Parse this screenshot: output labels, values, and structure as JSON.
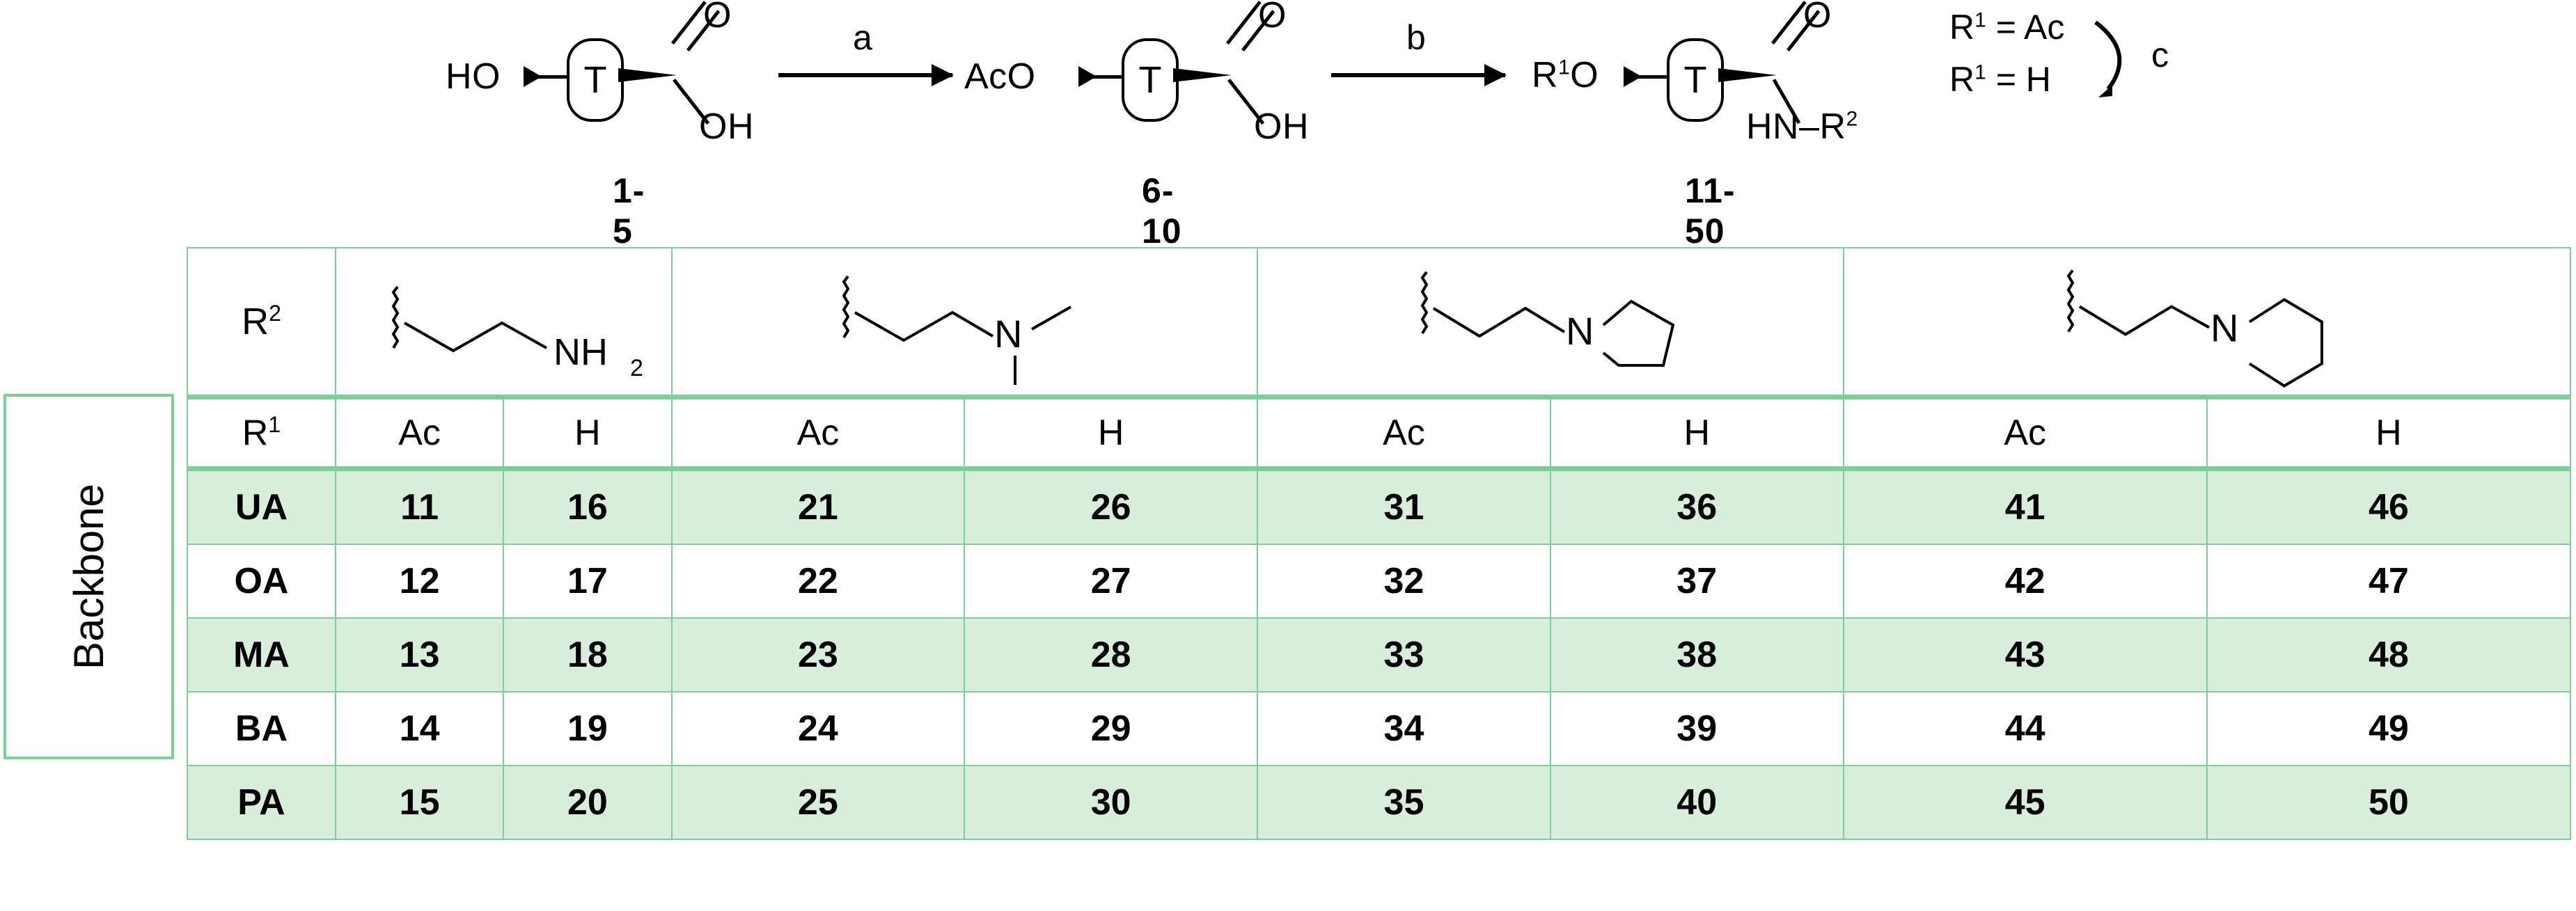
{
  "scheme": {
    "structures": [
      {
        "id": "start",
        "left_label": "HO",
        "core": "T",
        "top_right": "O",
        "bottom_right": "OH",
        "compound_label": "1-5"
      },
      {
        "id": "acetylated",
        "left_label": "AcO",
        "core": "T",
        "top_right": "O",
        "bottom_right": "OH",
        "compound_label": "6-10"
      },
      {
        "id": "amide",
        "left_label": "R¹O",
        "core": "T",
        "top_right": "O",
        "bottom_right": "HN–R²",
        "compound_label": "11-50"
      }
    ],
    "arrows": [
      {
        "id": "step-a",
        "label": "a"
      },
      {
        "id": "step-b",
        "label": "b"
      }
    ],
    "r1_definitions": {
      "line1_prefix": "R",
      "line1_sup": "1",
      "line1_value": "= Ac",
      "line2_prefix": "R",
      "line2_sup": "1",
      "line2_value": "= H",
      "curved_arrow_label": "c"
    }
  },
  "table": {
    "row_group_label": "Backbone",
    "r2_header": {
      "label": "R",
      "label_sup": "2",
      "substituents": [
        {
          "name": "3-aminopropyl",
          "terminal_label": "NH",
          "terminal_sub": "2",
          "ring": "none"
        },
        {
          "name": "3-(dimethylamino)propyl",
          "terminal_label": "N",
          "terminal_sub": "",
          "ring": "dimethyl"
        },
        {
          "name": "3-(pyrrolidin-1-yl)propyl",
          "terminal_label": "N",
          "terminal_sub": "",
          "ring": "pyrrolidine"
        },
        {
          "name": "3-(piperidin-1-yl)propyl",
          "terminal_label": "N",
          "terminal_sub": "",
          "ring": "piperidine"
        }
      ]
    },
    "r1_header": {
      "label": "R",
      "label_sup": "1",
      "values": [
        "Ac",
        "H",
        "Ac",
        "H",
        "Ac",
        "H",
        "Ac",
        "H"
      ]
    },
    "rows": [
      {
        "backbone": "UA",
        "shaded": true,
        "values": [
          "11",
          "16",
          "21",
          "26",
          "31",
          "36",
          "41",
          "46"
        ]
      },
      {
        "backbone": "OA",
        "shaded": false,
        "values": [
          "12",
          "17",
          "22",
          "27",
          "32",
          "37",
          "42",
          "47"
        ]
      },
      {
        "backbone": "MA",
        "shaded": true,
        "values": [
          "13",
          "18",
          "23",
          "28",
          "33",
          "38",
          "43",
          "48"
        ]
      },
      {
        "backbone": "BA",
        "shaded": false,
        "values": [
          "14",
          "19",
          "24",
          "29",
          "34",
          "39",
          "44",
          "49"
        ]
      },
      {
        "backbone": "PA",
        "shaded": true,
        "values": [
          "15",
          "20",
          "25",
          "30",
          "35",
          "40",
          "45",
          "50"
        ]
      }
    ]
  },
  "colors": {
    "border_green": "#7ccf97",
    "fill_green": "#d8edda",
    "ink": "#000000",
    "background": "#ffffff"
  }
}
